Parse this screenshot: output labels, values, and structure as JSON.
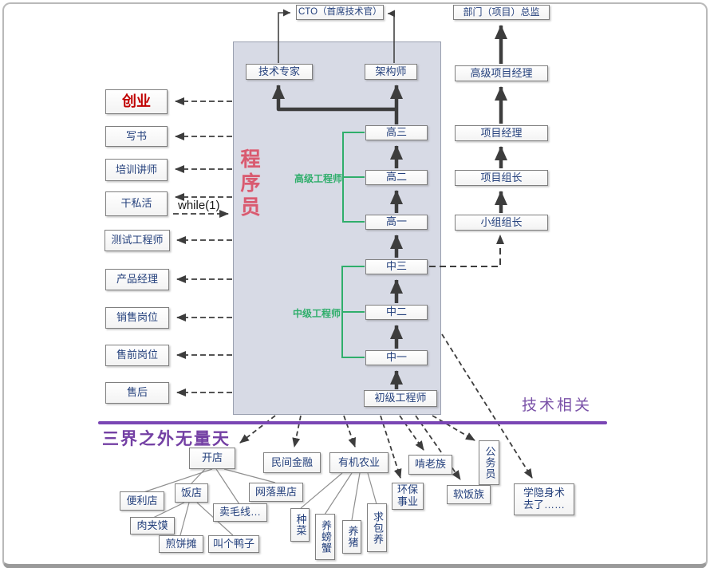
{
  "colors": {
    "panel_fill": "#d7dae5",
    "box_text": "#24407c",
    "arrow": "#3d3d3d",
    "green_accent": "#2fae6b",
    "purple_accent": "#7a46b4",
    "red_accent": "#c00000",
    "programmer_pink": "#d85a70"
  },
  "top": {
    "cto": "CTO（首席技术官）",
    "director": "部门（项目）总监"
  },
  "panel": {
    "vertical_label": "程序员",
    "expert": "技术专家",
    "architect": "架构师",
    "senior_bracket": "高级工程师",
    "mid_bracket": "中级工程师",
    "senior_levels": [
      "高三",
      "高二",
      "高一"
    ],
    "mid_levels": [
      "中三",
      "中二",
      "中一"
    ],
    "junior": "初级工程师"
  },
  "left_column": [
    "创业",
    "写书",
    "培训讲师",
    "干私活",
    "测试工程师",
    "产品经理",
    "销售岗位",
    "售前岗位",
    "售后"
  ],
  "loop_label": "while(1)",
  "right_column": [
    "高级项目经理",
    "项目经理",
    "项目组长",
    "小组组长"
  ],
  "divider": {
    "above": "技术相关",
    "below": "三界之外无量天"
  },
  "bottom": {
    "open_shop": "开店",
    "folk_finance": "民间金融",
    "organic_farming": "有机农业",
    "neet": "啃老族",
    "civil_servant": "公务员",
    "environmental": "环保事业",
    "soft_rice": "软饭族",
    "invisibility_line1": "学隐身术",
    "invisibility_line2": "去了……",
    "convenience_store": "便利店",
    "restaurant": "饭店",
    "web_black_shop": "网落黑店",
    "sell_yarn": "卖毛线…",
    "roujiamo": "肉夹馍",
    "pancake_stand": "煎饼摊",
    "call_a_duck": "叫个鸭子",
    "grow_vegetables": "种菜",
    "raise_crabs": "养螃蟹",
    "raise_pigs": "养猪",
    "seek_sponsor": "求包养"
  }
}
